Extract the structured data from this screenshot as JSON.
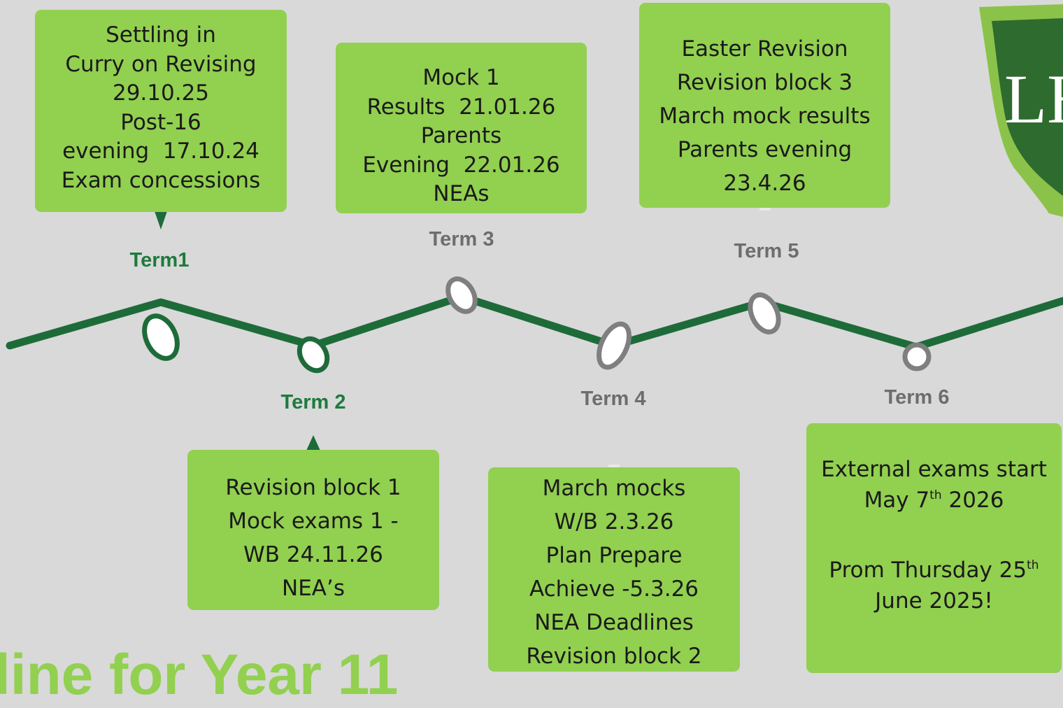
{
  "terms": {
    "t1": "Term1",
    "t2": "Term 2",
    "t3": "Term 3",
    "t4": "Term 4",
    "t5": "Term 5",
    "t6": "Term 6"
  },
  "boxes": {
    "t1": [
      "Settling in",
      "Curry on Revising",
      "29.10.25",
      "Post-16",
      "evening  17.10.24",
      "Exam concessions"
    ],
    "t3": [
      "Mock 1",
      "Results  21.01.26",
      "Parents",
      "Evening  22.01.26",
      "NEAs"
    ],
    "t5": [
      "Easter Revision",
      "Revision block 3",
      "March mock results",
      "Parents evening",
      "23.4.26"
    ],
    "t2": [
      "Revision block 1",
      "Mock exams 1 -",
      "WB 24.11.26",
      "NEA’s"
    ],
    "t4": [
      "March mocks",
      "W/B 2.3.26",
      "Plan Prepare",
      "Achieve -5.3.26",
      "NEA Deadlines",
      "Revision block 2"
    ],
    "t6": {
      "l1": "External exams start",
      "l2_pre": "May 7",
      "l2_sup": "th",
      "l2_post": " 2026",
      "l3_pre": "Prom Thursday 25",
      "l3_sup": "th",
      "l4": "June 2025!"
    }
  },
  "title_fragment": "line for Year 11",
  "logo": {
    "letters": "LH"
  },
  "colors": {
    "background": "#d9d9d9",
    "box": "#92d050",
    "line": "#1e6b3a",
    "term_green": "#1e7a3c",
    "term_grey": "#6d6d6d",
    "marker_grey": "#7f7f7f"
  }
}
